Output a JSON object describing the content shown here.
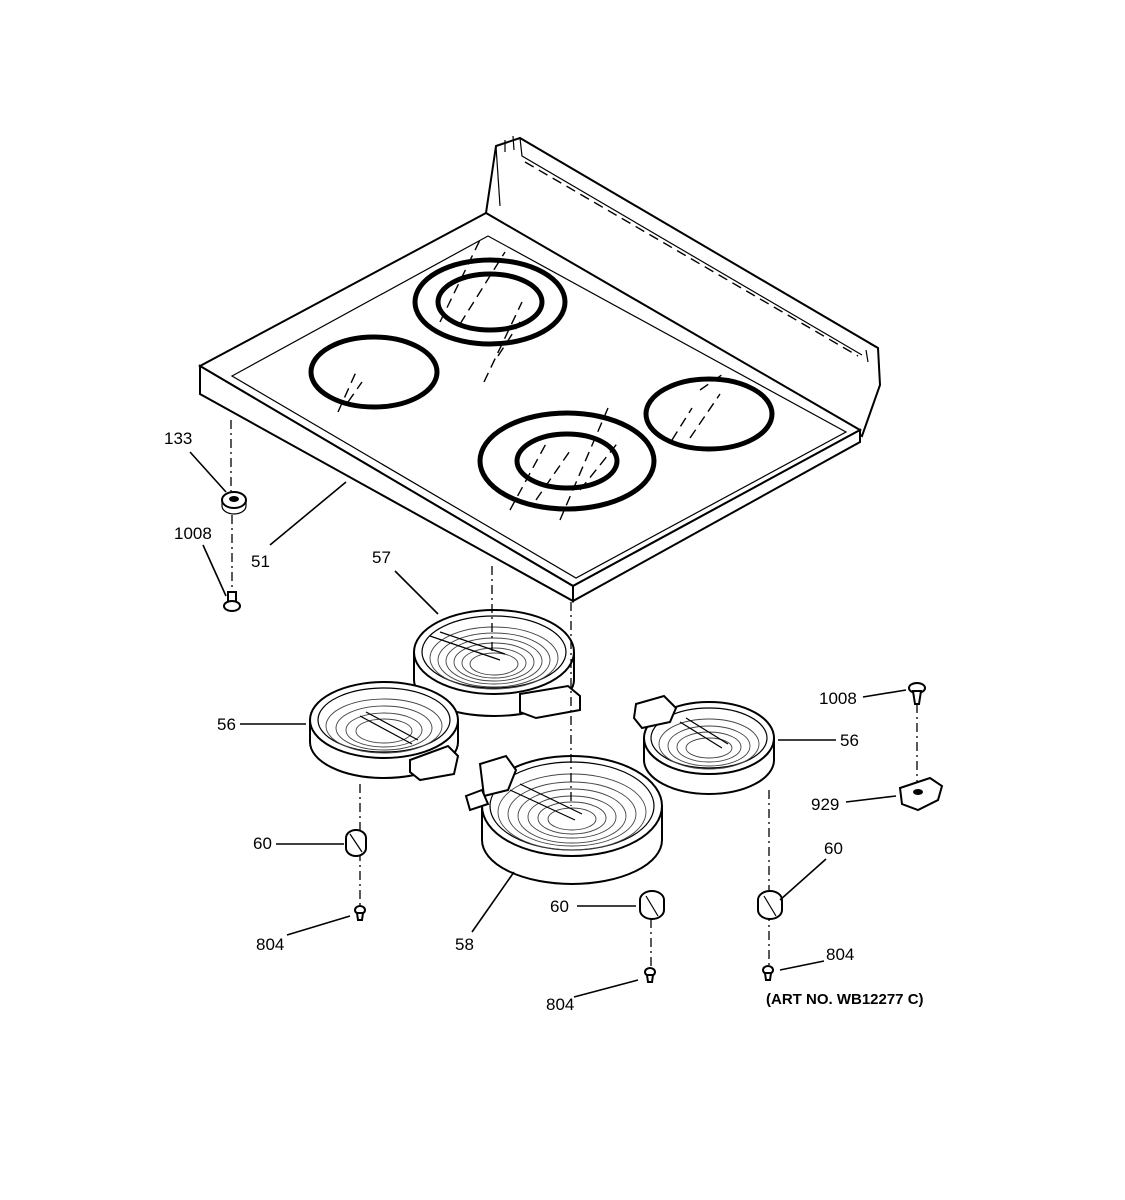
{
  "parts": {
    "cooktop": "51",
    "rubber_bumper": "133",
    "screw_bumper": "1008",
    "element_small_left": "56",
    "element_small_right": "56",
    "element_large_rear": "57",
    "element_large_front": "58",
    "clip_left": "60",
    "clip_center": "60",
    "clip_right": "60",
    "screw_left": "804",
    "screw_center": "804",
    "screw_right": "804",
    "screw_bracket": "1008",
    "bracket": "929"
  },
  "art_number": "(ART NO. WB12277 C)"
}
